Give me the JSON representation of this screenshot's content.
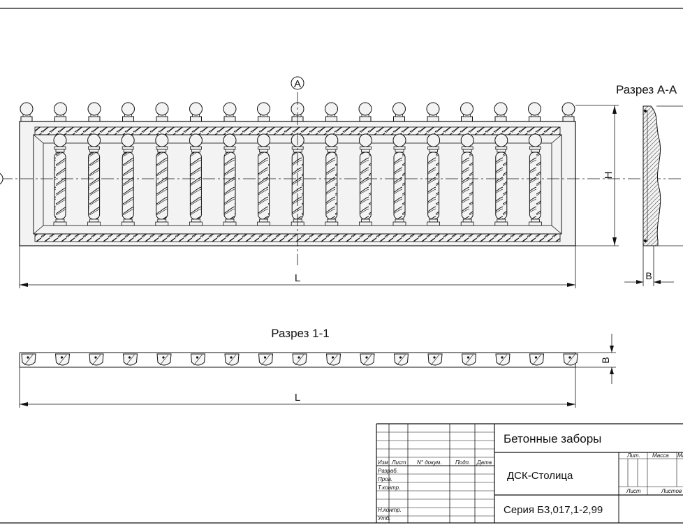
{
  "drawing": {
    "section_a_title": "Разрез А-А",
    "section_1_title": "Разрез 1-1",
    "axis_marker": "А",
    "height_label": "H",
    "length_label": "L",
    "length_label_2": "L",
    "width_label": "B",
    "width_label_2": "B",
    "baluster_count": 15,
    "top_ball_count": 17,
    "section_cell_count": 17
  },
  "title_block": {
    "title": "Бетонные заборы",
    "organization": "ДСК-Столица",
    "series": "Серия Б3,017,1-2,99",
    "head_cols": [
      "Изм",
      "Лист",
      "N° докум.",
      "Подп.",
      "Дата"
    ],
    "rows": [
      "Разраб.",
      "Пров.",
      "Т.контр.",
      "Н.контр.",
      "Утб."
    ],
    "lit": "Лит.",
    "mass": "Масса",
    "scale_short": "Ма",
    "sheet": "Лист",
    "sheets": "Листов"
  }
}
